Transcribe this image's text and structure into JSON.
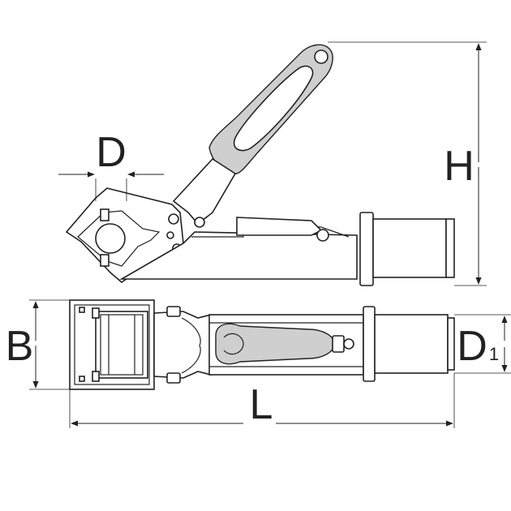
{
  "dimensions": {
    "D": "D",
    "H": "H",
    "B": "B",
    "D1_main": "D",
    "D1_sub": "1",
    "L": "L"
  },
  "colors": {
    "line": "#222222",
    "grip_fill": "#cfcfcf",
    "background": "#ffffff"
  }
}
